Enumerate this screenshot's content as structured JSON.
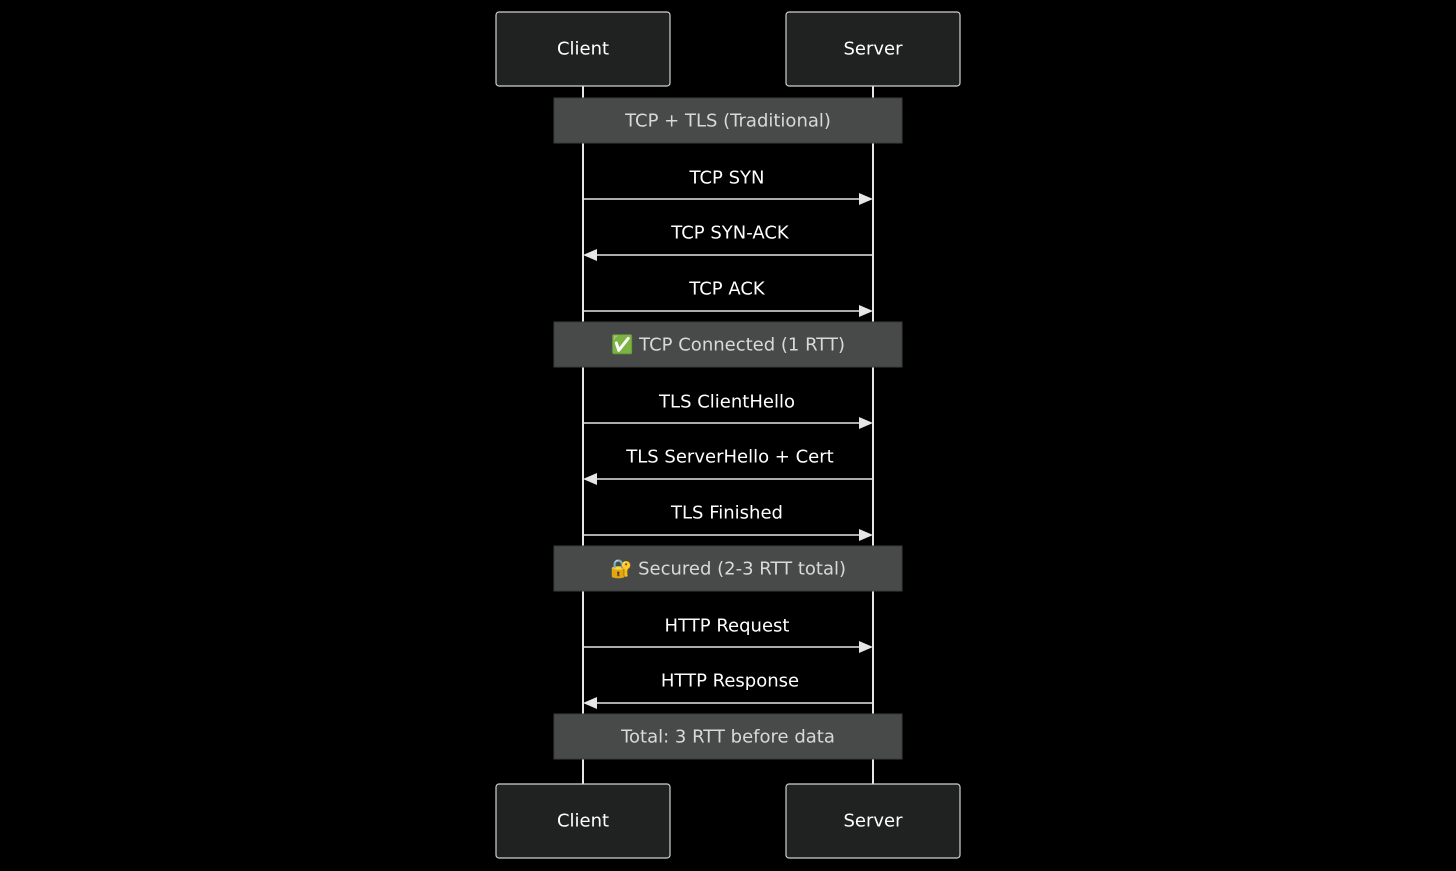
{
  "participants": {
    "client": "Client",
    "server": "Server"
  },
  "sequence": [
    {
      "kind": "note",
      "text": "TCP + TLS (Traditional)"
    },
    {
      "kind": "message",
      "text": "TCP SYN",
      "from": "client",
      "to": "server"
    },
    {
      "kind": "message",
      "text": "TCP SYN-ACK",
      "from": "server",
      "to": "client"
    },
    {
      "kind": "message",
      "text": "TCP ACK",
      "from": "client",
      "to": "server"
    },
    {
      "kind": "note",
      "text": "✅ TCP Connected (1 RTT)"
    },
    {
      "kind": "message",
      "text": "TLS ClientHello",
      "from": "client",
      "to": "server"
    },
    {
      "kind": "message",
      "text": "TLS ServerHello + Cert",
      "from": "server",
      "to": "client"
    },
    {
      "kind": "message",
      "text": "TLS Finished",
      "from": "client",
      "to": "server"
    },
    {
      "kind": "note",
      "text": "🔐 Secured (2-3 RTT total)"
    },
    {
      "kind": "message",
      "text": "HTTP Request",
      "from": "client",
      "to": "server"
    },
    {
      "kind": "message",
      "text": "HTTP Response",
      "from": "server",
      "to": "client"
    },
    {
      "kind": "note",
      "text": "Total: 3 RTT before data"
    }
  ],
  "colors": {
    "background": "#000000",
    "actor_fill": "#202221",
    "note_fill": "#474a49",
    "line": "#e6e6e6"
  }
}
